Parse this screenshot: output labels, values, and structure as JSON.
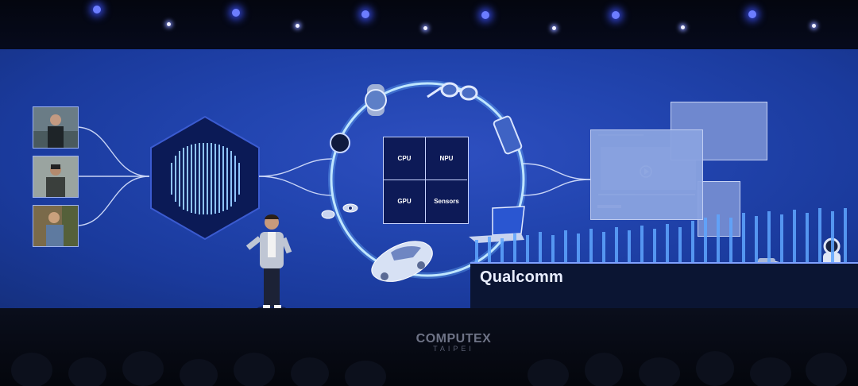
{
  "screen": {
    "chip_blocks": [
      {
        "label": "CPU"
      },
      {
        "label": "NPU"
      },
      {
        "label": "GPU"
      },
      {
        "label": "Sensors"
      }
    ],
    "stage_logo": "Qualcomm",
    "colors": {
      "screen_blue": "#2245b0",
      "accent_glow": "#8fd0ff",
      "chip_fill": "#0d1a57"
    }
  },
  "venue": {
    "brand": "COMPUTEX",
    "brand_sub": "TAIPEI"
  }
}
